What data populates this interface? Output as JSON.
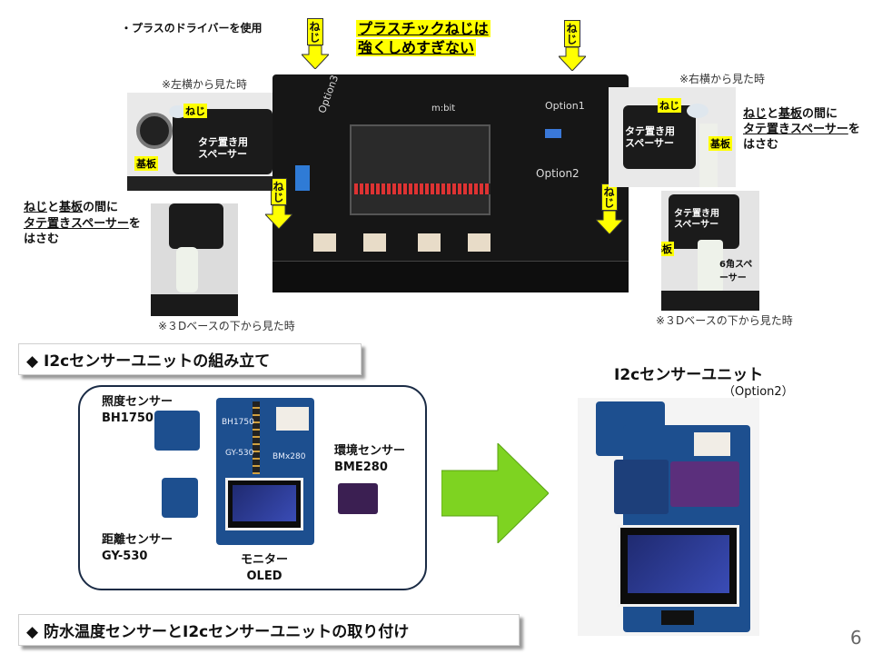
{
  "top": {
    "note_driver": "・プラスのドライバーを使用",
    "warn_line1": "プラスチックねじは",
    "warn_line2": "強くしめすぎない",
    "callout_label": "ねじ",
    "left_view_caption": "※左横から見た時",
    "right_view_caption": "※右横から見た時",
    "bottom_view_caption_left": "※３Dベースの下から見た時",
    "bottom_view_caption_right": "※３Dベースの下から見た時",
    "left_instr": {
      "l1a": "ねじ",
      "l1b": "と",
      "l1c": "基板",
      "l1d": "の間に",
      "l2": "タテ置きスペーサー",
      "l2b": "を",
      "l3": "はさむ"
    },
    "right_instr": {
      "l1a": "ねじ",
      "l1b": "と",
      "l1c": "基板",
      "l1d": "の間に",
      "l2": "タテ置きスペーサー",
      "l2b": "を",
      "l3": "はさむ"
    },
    "photo_labels": {
      "neji": "ねじ",
      "kiban": "基板",
      "spacer": "タテ置き用\nスペーサー",
      "hex_spacer": "6角スペーサー"
    },
    "board": {
      "mbit": "m:bit",
      "option1": "Option1",
      "option2": "Option2",
      "option3": "Option3"
    }
  },
  "section1": {
    "title": "◆ I2cセンサーユニットの組み立て"
  },
  "section2": {
    "title": "◆ 防水温度センサーとI2cセンサーユニットの取り付け"
  },
  "sensors": {
    "illum_l1": "照度センサー",
    "illum_l2": "BH1750",
    "dist_l1": "距離センサー",
    "dist_l2": "GY-530",
    "env_l1": "環境センサー",
    "env_l2": "BME280",
    "mon_l1": "モニター",
    "mon_l2": "OLED",
    "silk_bh": "BH1750",
    "silk_gy": "GY-530",
    "silk_bmx": "BMx280"
  },
  "unit": {
    "title": "I2cセンサーユニット",
    "sub": "（Option2）"
  },
  "page": {
    "number": "6"
  },
  "colors": {
    "highlight": "#ffff00",
    "arrow_green": "#7ed321",
    "frame": "#1a2b45"
  }
}
